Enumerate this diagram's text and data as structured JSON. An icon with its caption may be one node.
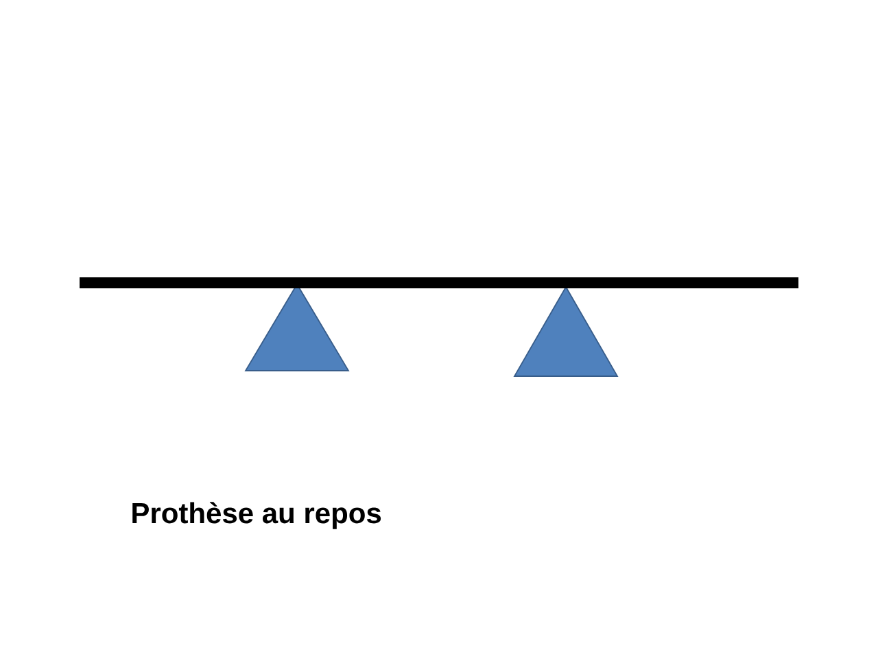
{
  "diagram": {
    "caption": "Prothèse au repos",
    "nodes": [
      {
        "text": [],
        "shape": "triangle"
      },
      {
        "text": [],
        "shape": "triangle"
      }
    ]
  }
}
